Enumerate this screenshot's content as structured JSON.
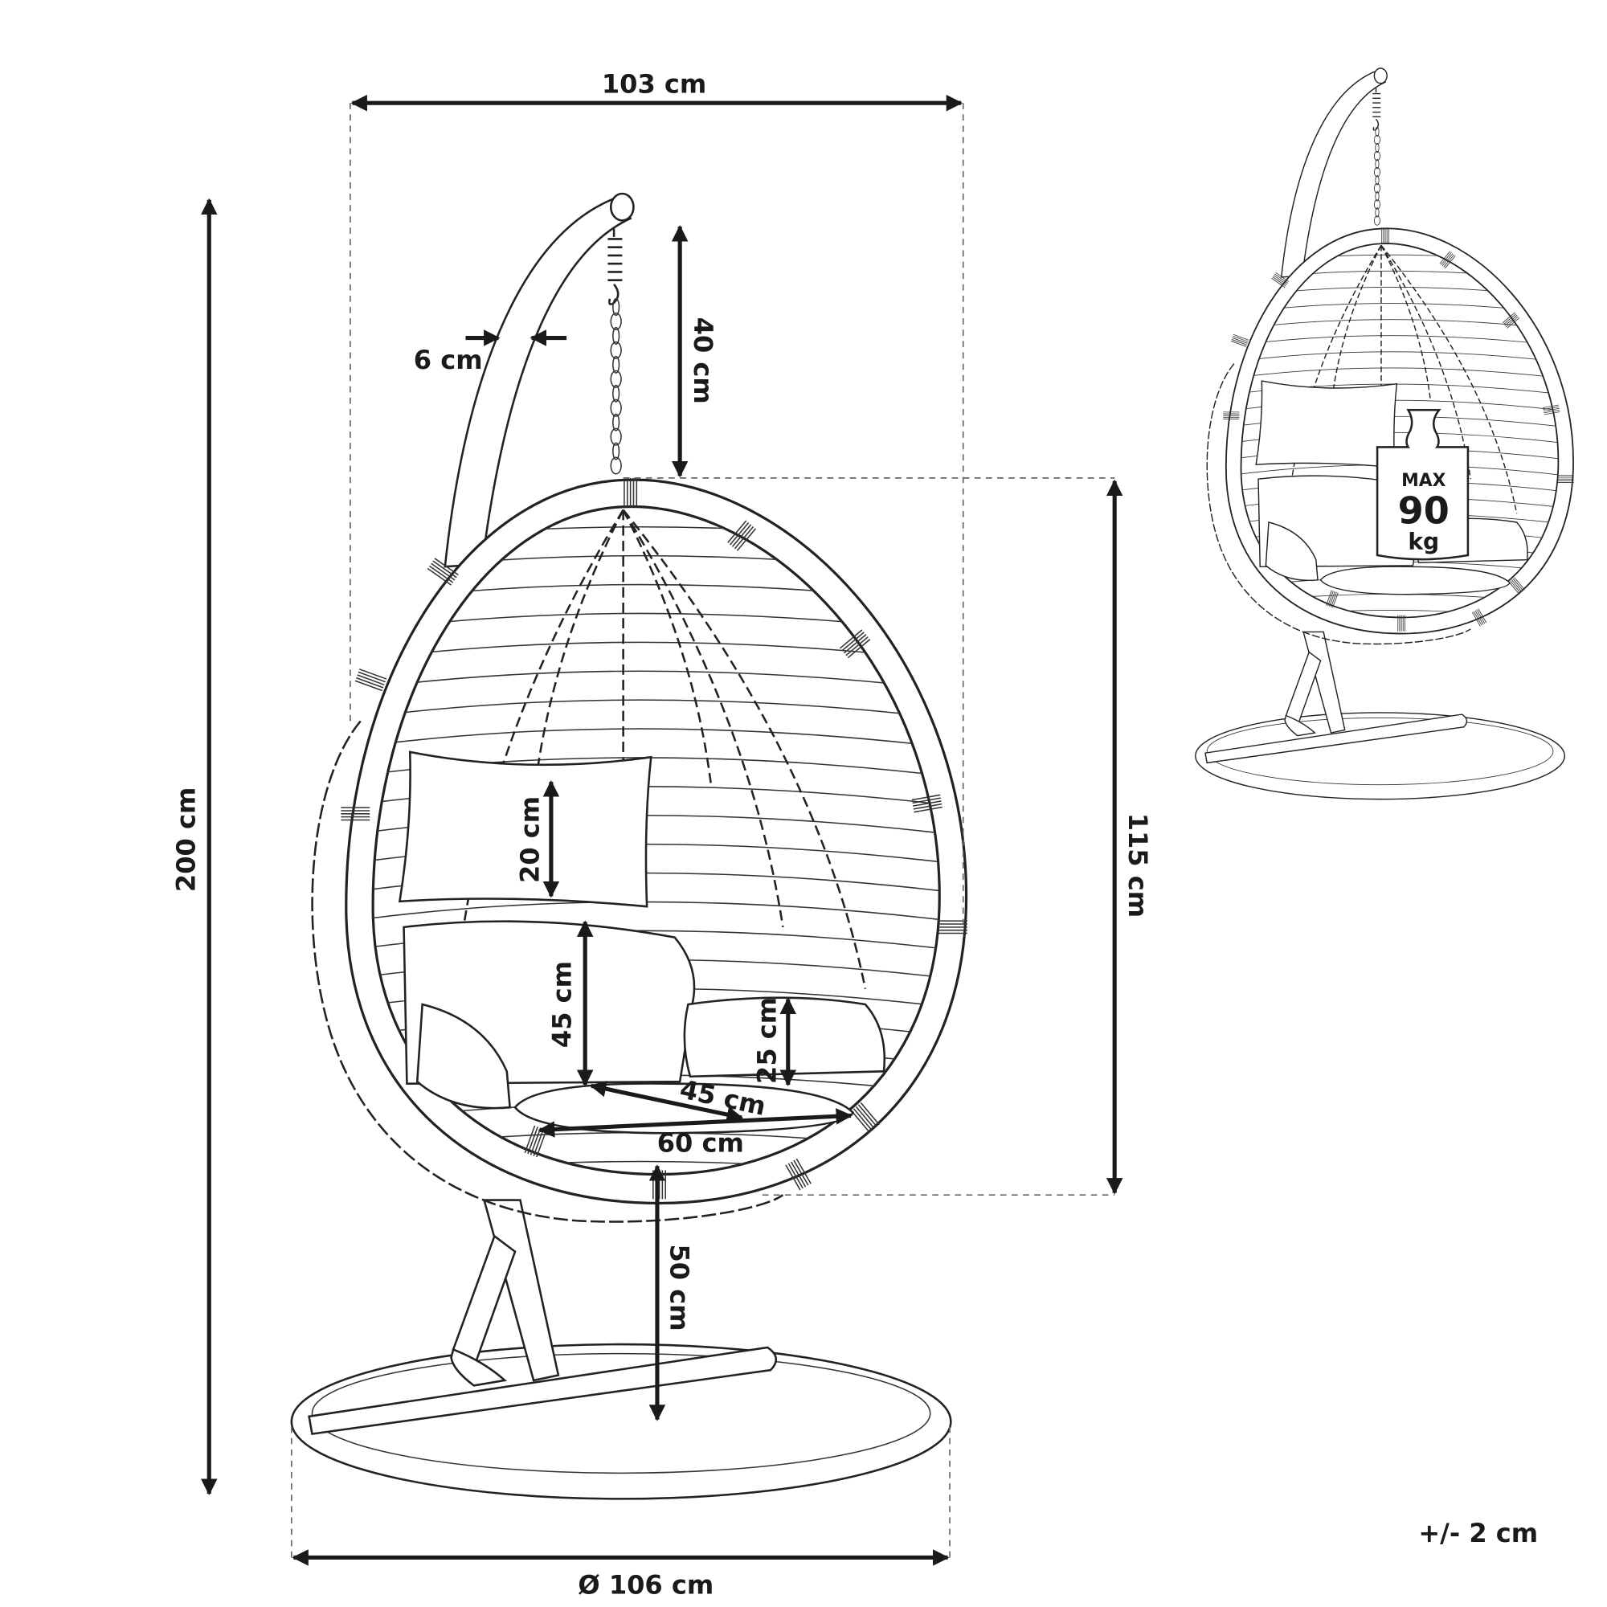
{
  "title": "Hanging egg chair dimensions",
  "dimensions": {
    "overall_width": "103 cm",
    "overall_height": "200 cm",
    "chain_length": "40 cm",
    "tube_diameter": "6 cm",
    "basket_height": "115 cm",
    "pillow_height": "20 cm",
    "backrest_height": "45 cm",
    "side_cushion_height": "25 cm",
    "seat_depth": "45 cm",
    "seat_width": "60 cm",
    "seat_to_floor": "50 cm",
    "base_diameter": "Ø 106 cm"
  },
  "tolerance": "+/- 2 cm",
  "weight_badge": {
    "line1": "MAX",
    "line2": "90",
    "line3": "kg"
  },
  "colors": {
    "line": "#1a1a1a",
    "background": "#ffffff"
  }
}
